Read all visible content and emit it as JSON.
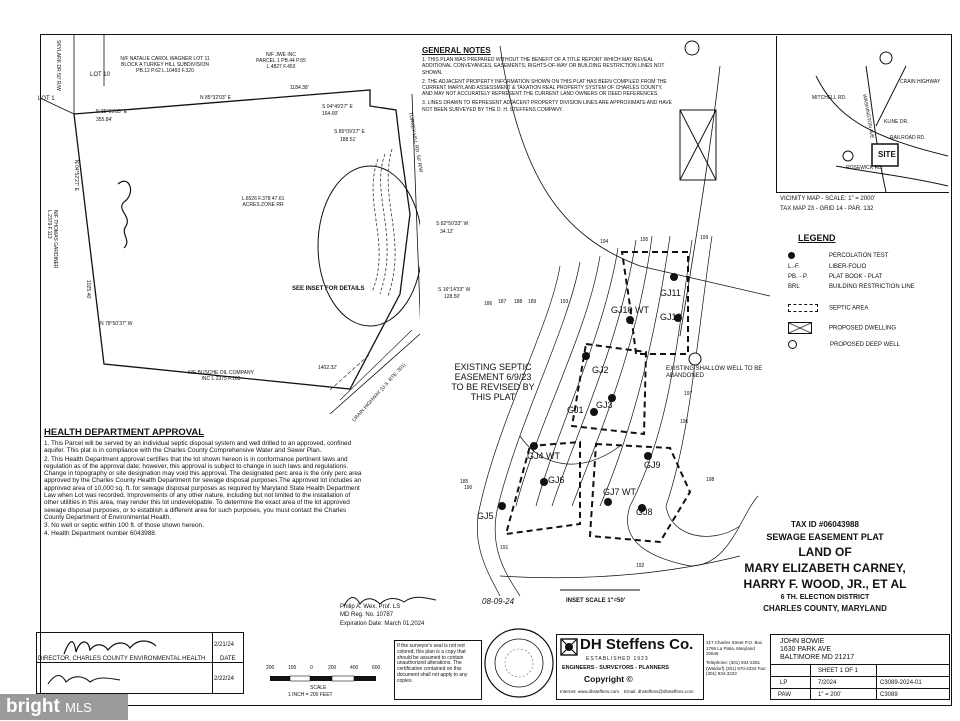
{
  "general_notes": {
    "heading": "GENERAL NOTES",
    "items": [
      "1. THIS PLAN WAS PREPARED WITHOUT THE BENEFIT OF A TITLE REPORT WHICH MAY REVEAL ADDITIONAL CONVEYANCES, EASEMENTS, RIGHTS-OF-WAY OR BUILDING RESTRICTION LINES NOT SHOWN.",
      "2. THE ADJACENT PROPERTY INFORMATION SHOWN ON THIS PLAT HAS BEEN COMPILED FROM THE CURRENT MARYLAND ASSESSMENT & TAXATION REAL PROPERTY SYSTEM OF CHARLES COUNTY, AND MAY NOT ACCURATELY REPRESENT THE CURRENT LAND OWNERS OR DEED REFERENCES.",
      "3. LINES DRAWN TO REPRESENT ADJACENT PROPERTY DIVISION LINES ARE APPROXIMATE AND HAVE NOT BEEN SURVEYED BY THE D. H. STEFFENS COMPANY."
    ]
  },
  "site_labels": {
    "skyview": "SKYLARK DR 50' R/W",
    "lot1": "LOT 1",
    "lot10": "LOT 10",
    "wagner": "N/F NATALIE CAROL WAGNER LOT 11 BLOCK A TURKEY HILL SUBDIVISION PB.12 P.62 L.10493 F.320",
    "jwe": "N/F JWE INC PARCEL 1 PB.44 P.55 L.4827 F.453",
    "bearing1": "N 85°09'33\" E",
    "dist1": "355.84'",
    "bearing2": "N 85°32'03\" E",
    "dist2": "1184.38'",
    "bearing3": "S 04°49'27\" E",
    "dist3": "164.00'",
    "bearing4": "S 85°09'27\" E",
    "dist4": "188.51'",
    "parcel": "L.6526 F.378 47.61 ACRES ZONE RR",
    "turkey_hill": "TURKEY HILL RD. 50' R/W",
    "bearing5": "S 82°50'33\" W",
    "dist5": "34.12'",
    "see_inset": "SEE INSET FOR DETAILS",
    "bearing6": "S 16°14'33\" W",
    "dist6": "128.50'",
    "bearing7": "N 78°50'37\" W",
    "west_line": "N 04°52'27\" E",
    "west_dist": "1025.46'",
    "busche": "N/F BUSCHE OIL COMPANY INC L.2375 F.165",
    "dist7": "1402.32'",
    "crain": "CRAIN HIGHWAY (U.S. RTE. 301)",
    "gardiner": "N/F THOMAS GARDINER L.2379 F.113"
  },
  "inset": {
    "existing_easement": "EXISTING SEPTIC EASEMENT 6/9/23 TO BE REVISED BY THIS PLAT",
    "existing_well": "EXISTING SHALLOW WELL TO BE ABANDONED",
    "scale": "INSET SCALE 1\"=50'",
    "gj_labels": [
      "GJ10 WT",
      "GJ11",
      "GJ12",
      "GJ2",
      "GJ1",
      "GJ3",
      "GJ4 WT",
      "GJ5",
      "GJ6",
      "GJ7 WT",
      "GJ8",
      "GJ9"
    ],
    "contours": [
      "185",
      "186",
      "187",
      "188",
      "189",
      "190",
      "191",
      "192",
      "193",
      "194",
      "195",
      "196",
      "197",
      "198",
      "199"
    ]
  },
  "vicinity": {
    "roads": [
      "MITCHELL RD.",
      "KLINE DR.",
      "RAILROAD RD.",
      "ROSEWICK RD.",
      "CRAIN HIGHWAY",
      "WASHINGTON AVE"
    ],
    "site": "SITE",
    "caption": "VICINITY MAP - SCALE: 1\" = 2000'",
    "tax_map": "TAX MAP 23 - GRID 14 - PAR. 132"
  },
  "legend": {
    "heading": "LEGEND",
    "items": [
      {
        "symbol": "perc",
        "label": "PERCOLATION TEST"
      },
      {
        "symbol": "L.-F.",
        "label": "LIBER-FOLIO"
      },
      {
        "symbol": "PB. - P.",
        "label": "PLAT BOOK - PLAT"
      },
      {
        "symbol": "BRL",
        "label": "BUILDING RESTRICTION LINE"
      },
      {
        "symbol": "septic",
        "label": "SEPTIC AREA"
      },
      {
        "symbol": "dwelling",
        "label": "PROPOSED DWELLING"
      },
      {
        "symbol": "well",
        "label": "PROPOSED DEEP WELL"
      }
    ]
  },
  "health": {
    "heading": "HEALTH DEPARTMENT APPROVAL",
    "items": [
      "1. This Parcel will be served by an individual septic disposal system and well drilled to an approved, confined aquifer. This plat is in compliance with the Charles County Comprehensive Water and Sewer Plan.",
      "2. This Health Department approval certifies that the lot shown hereon is in conformance pertinent laws and regulation as of the approval date; however, this approval is subject to change in such laws and regulations. Change in topography or site designation may void this approval. The designated perc area is the only perc area approved by the Charles County Health Department for sewage disposal purposes.The approved lot includes an approved area of 10,000 sq. ft. for sewage disposal purposes as required by Maryland State Health Department Law when Lot was recorded. Improvements of any other nature, including but not limited to the installation of other utilities in this area, may render this lot undevelopable. To determine the exact area of the lot approved sewage disposal purposes, or to establish a different area for such purposes, you must contact the Charles County Department of Environmental Health.",
      "3. No well or septic within 100 ft. of those shown hereon.",
      "4. Health Department number 6043988."
    ],
    "director_label": "DIRECTOR, CHARLES COUNTY ENVIRONMENTAL HEALTH",
    "date_label": "DATE",
    "date1": "2/21/24",
    "date2": "2/22/24"
  },
  "surveyor": {
    "name": "Philip A. Wex, Prof. LS",
    "reg": "MD Reg. No. 10787",
    "expiration": "Expiration Date: March 01,2024",
    "sig_date": "08-09-24"
  },
  "scale_bar": {
    "ticks": [
      "200",
      "100",
      "0",
      "200",
      "400",
      "600"
    ],
    "label": "SCALE",
    "ratio": "1 INCH = 200 FEET"
  },
  "reproduction_note": "If the surveyor's seal is not red colored, this plan is a copy that should be assumed to contain unauthorized alterations. The certification contained on this document shall not apply to any copies.",
  "company": {
    "name": "DH Steffens Co.",
    "established": "ESTABLISHED 1923",
    "services": "ENGINEERS - SURVEYORS - PLANNERS",
    "copyright": "Copyright ©",
    "address": "317 Charles Street P.O. Box 1769 La Plata, Maryland 20646",
    "phones": "Telephone: (301) 934-2251 (Waldorf) (301) 870-2334 Fax: (301) 934-3223",
    "internet": "Internet: www.dhsteffens.com",
    "email": "Email: dhsteffens@dhsteffens.com"
  },
  "title_block": {
    "tax_id": "TAX ID #06043988",
    "plat_type": "SEWAGE EASEMENT PLAT",
    "land_of": "LAND OF",
    "owner1": "MARY ELIZABETH CARNEY,",
    "owner2": "HARRY F. WOOD, JR., ET AL",
    "district": "6 TH. ELECTION DISTRICT",
    "county": "CHARLES COUNTY, MARYLAND"
  },
  "client": {
    "name": "JOHN BOWIE",
    "address1": "1630 PARK AVE",
    "address2": "BALTIMORE MD 21217"
  },
  "sheet": {
    "sheet": "SHEET 1 OF 1",
    "drawn": "LP",
    "date": "7/2024",
    "job": "C3089-2024-01",
    "checked": "PAW",
    "scale": "1\" = 200'",
    "file": "C3089"
  },
  "watermark": {
    "brand": "bright",
    "suffix": "MLS"
  }
}
